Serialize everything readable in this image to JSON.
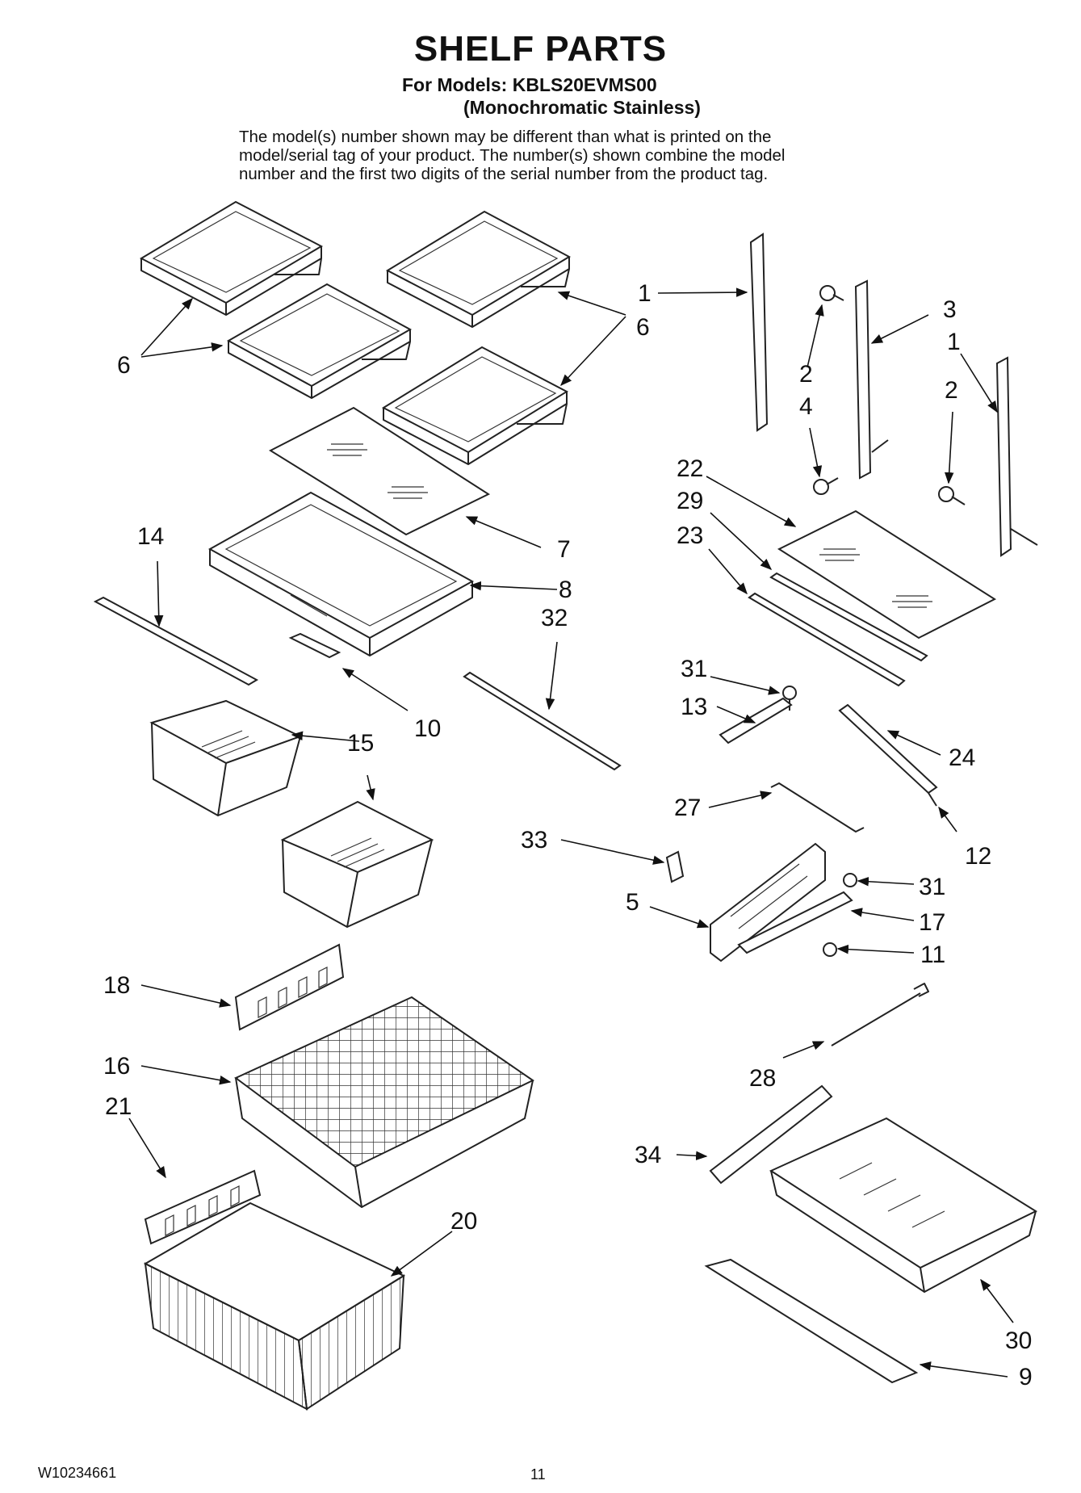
{
  "header": {
    "title": "SHELF PARTS",
    "model_line": "For Models: KBLS20EVMS00",
    "variant_line": "(Monochromatic Stainless)",
    "notice_lines": [
      "The model(s) number shown may be different than what is printed on the",
      "model/serial tag of your product. The number(s) shown combine the model",
      "number and the first two digits of the serial number from the product tag."
    ]
  },
  "callouts": {
    "c6a": "6",
    "c6b": "6",
    "c1a": "1",
    "c1b": "1",
    "c3": "3",
    "c2a": "2",
    "c2b": "2",
    "c4": "4",
    "c22": "22",
    "c29": "29",
    "c23": "23",
    "c7": "7",
    "c8": "8",
    "c14": "14",
    "c32": "32",
    "c10": "10",
    "c15": "15",
    "c31a": "31",
    "c13": "13",
    "c24": "24",
    "c27": "27",
    "c12": "12",
    "c33": "33",
    "c31b": "31",
    "c5": "5",
    "c17": "17",
    "c11": "11",
    "c18": "18",
    "c16": "16",
    "c28": "28",
    "c21": "21",
    "c34": "34",
    "c20": "20",
    "c30": "30",
    "c9": "9"
  },
  "footer": {
    "code": "W10234661",
    "page": "11"
  }
}
